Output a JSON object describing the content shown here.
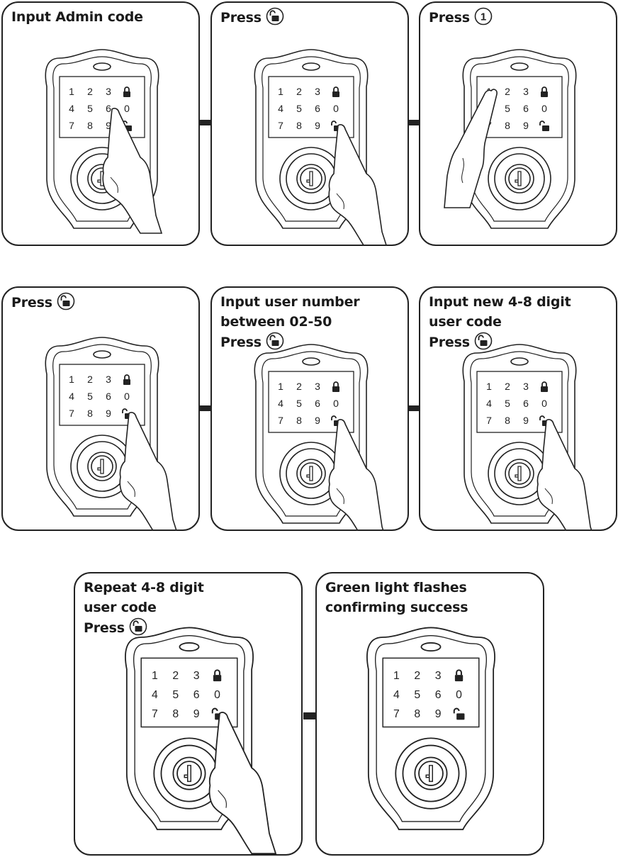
{
  "steps": [
    {
      "lines": [
        "Input Admin code"
      ],
      "icon": "",
      "finger": "key-6-area"
    },
    {
      "lines": [
        "Press"
      ],
      "icon": "unlock-icon",
      "finger": "unlock-key"
    },
    {
      "lines": [
        "Press"
      ],
      "icon": "digit-one-icon",
      "icon_text": "1",
      "finger": "key-1"
    },
    {
      "lines": [
        "Press"
      ],
      "icon": "unlock-icon",
      "finger": "unlock-key"
    },
    {
      "lines": [
        "Input user number",
        "between 02-50",
        "Press"
      ],
      "icon": "unlock-icon",
      "finger": "unlock-key"
    },
    {
      "lines": [
        "Input new 4-8 digit",
        "user code",
        "Press"
      ],
      "icon": "unlock-icon",
      "finger": "unlock-key"
    },
    {
      "lines": [
        "Repeat 4-8 digit",
        "user code",
        "Press"
      ],
      "icon": "unlock-icon",
      "finger": "unlock-key"
    },
    {
      "lines": [
        "Green light flashes",
        "confirming success"
      ],
      "icon": "",
      "finger": ""
    }
  ],
  "keypad": {
    "rows": [
      [
        "1",
        "2",
        "3"
      ],
      [
        "4",
        "5",
        "6"
      ],
      [
        "7",
        "8",
        "9"
      ]
    ],
    "right_column": [
      "lock-icon",
      "0",
      "unlock-icon"
    ]
  },
  "colors": {
    "stroke": "#222222",
    "panel_bg": "#ffffff"
  }
}
